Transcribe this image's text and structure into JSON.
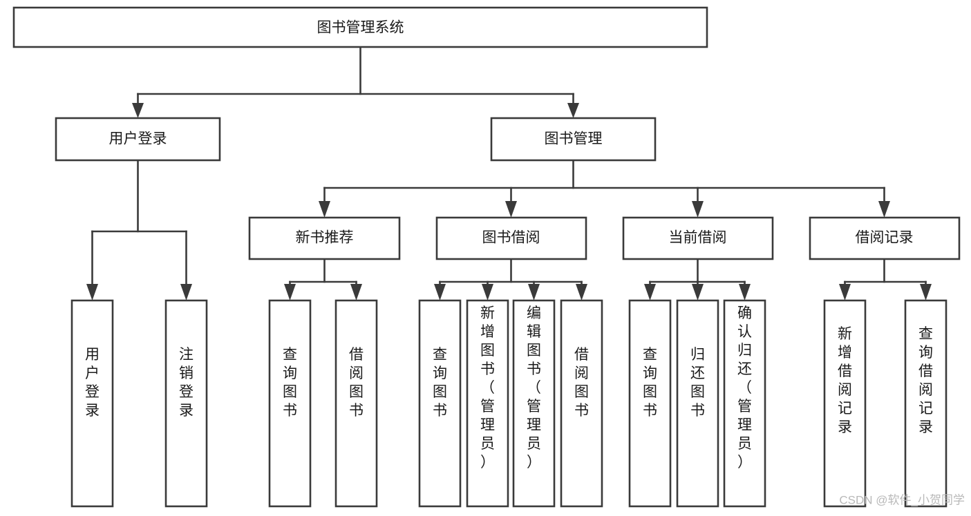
{
  "diagram": {
    "type": "hierarchy-tree",
    "title": "图书管理系统",
    "root": {
      "id": "root",
      "label": "图书管理系统",
      "orientation": "horizontal"
    },
    "level2": [
      {
        "id": "user-login",
        "label": "用户登录",
        "orientation": "horizontal"
      },
      {
        "id": "book-manage",
        "label": "图书管理",
        "orientation": "horizontal"
      }
    ],
    "level3": [
      {
        "id": "new-book-recommend",
        "label": "新书推荐",
        "orientation": "horizontal",
        "parent": "book-manage"
      },
      {
        "id": "book-borrow",
        "label": "图书借阅",
        "orientation": "horizontal",
        "parent": "book-manage"
      },
      {
        "id": "current-borrow",
        "label": "当前借阅",
        "orientation": "horizontal",
        "parent": "book-manage"
      },
      {
        "id": "borrow-record",
        "label": "借阅记录",
        "orientation": "horizontal",
        "parent": "book-manage"
      }
    ],
    "leaves": [
      {
        "id": "leaf-user-login",
        "label": "用户登录",
        "orientation": "vertical",
        "parent": "user-login"
      },
      {
        "id": "leaf-user-logout",
        "label": "注销登录",
        "orientation": "vertical",
        "parent": "user-login"
      },
      {
        "id": "leaf-query-book-1",
        "label": "查询图书",
        "orientation": "vertical",
        "parent": "new-book-recommend"
      },
      {
        "id": "leaf-borrow-book-1",
        "label": "借阅图书",
        "orientation": "vertical",
        "parent": "new-book-recommend"
      },
      {
        "id": "leaf-query-book-2",
        "label": "查询图书",
        "orientation": "vertical",
        "parent": "book-borrow"
      },
      {
        "id": "leaf-add-book",
        "label": "新增图书（管理员）",
        "orientation": "vertical",
        "parent": "book-borrow"
      },
      {
        "id": "leaf-edit-book",
        "label": "编辑图书（管理员）",
        "orientation": "vertical",
        "parent": "book-borrow"
      },
      {
        "id": "leaf-borrow-book-2",
        "label": "借阅图书",
        "orientation": "vertical",
        "parent": "book-borrow"
      },
      {
        "id": "leaf-query-book-3",
        "label": "查询图书",
        "orientation": "vertical",
        "parent": "current-borrow"
      },
      {
        "id": "leaf-return-book",
        "label": "归还图书",
        "orientation": "vertical",
        "parent": "current-borrow"
      },
      {
        "id": "leaf-confirm-return",
        "label": "确认归还（管理员）",
        "orientation": "vertical",
        "parent": "current-borrow"
      },
      {
        "id": "leaf-add-record",
        "label": "新增借阅记录",
        "orientation": "vertical",
        "parent": "borrow-record"
      },
      {
        "id": "leaf-query-record",
        "label": "查询借阅记录",
        "orientation": "vertical",
        "parent": "borrow-record"
      }
    ],
    "colors": {
      "box_stroke": "#3a3a3a",
      "box_fill": "#ffffff",
      "connector": "#3a3a3a",
      "text": "#1a1a1a",
      "background": "#ffffff",
      "watermark": "#b9b9b9"
    }
  },
  "watermark": {
    "text": "CSDN @软件_小贺同学"
  }
}
